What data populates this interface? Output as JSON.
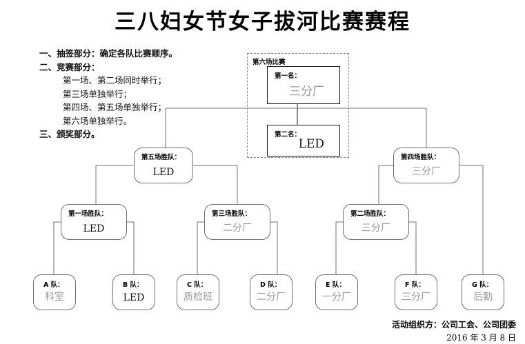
{
  "title": "三八妇女节女子拔河比赛赛程",
  "notes": [
    {
      "lead": "一、抽签部分：",
      "text": "确定各队比赛顺序。",
      "indent": false,
      "bold": true
    },
    {
      "lead": "二、竞赛部分：",
      "text": "",
      "indent": false,
      "bold": true
    },
    {
      "lead": "",
      "text": "第一场、第二场同时举行；",
      "indent": true,
      "bold": false
    },
    {
      "lead": "",
      "text": "第三场单独举行；",
      "indent": true,
      "bold": false
    },
    {
      "lead": "",
      "text": "第四场、第五场单独举行；",
      "indent": true,
      "bold": false
    },
    {
      "lead": "",
      "text": "第六场单独举行。",
      "indent": true,
      "bold": false
    },
    {
      "lead": "三、颁奖部分。",
      "text": "",
      "indent": false,
      "bold": true
    }
  ],
  "final_group": {
    "label": "第六场比赛",
    "first": {
      "caption": "第一名：",
      "value": "三分厂"
    },
    "second": {
      "caption": "第二名：",
      "value": "LED"
    }
  },
  "semifinals": [
    {
      "caption": "第五场胜队：",
      "value": "LED"
    },
    {
      "caption": "第四场胜队：",
      "value": "三分厂"
    }
  ],
  "quarterfinals": [
    {
      "caption": "第一场胜队：",
      "value": "LED"
    },
    {
      "caption": "第三场胜队：",
      "value": "二分厂"
    },
    {
      "caption": "第二场胜队：",
      "value": "三分厂"
    }
  ],
  "teams": [
    {
      "caption": "A 队：",
      "value": "科室"
    },
    {
      "caption": "B 队：",
      "value": "LED"
    },
    {
      "caption": "C 队：",
      "value": "质检班"
    },
    {
      "caption": "D 队：",
      "value": "二分厂"
    },
    {
      "caption": "E 队：",
      "value": "一分厂"
    },
    {
      "caption": "F 队：",
      "value": "三分厂"
    },
    {
      "caption": "G 队：",
      "value": "后勤"
    }
  ],
  "footer": {
    "organizer": "活动组织方：公司工会、公司团委",
    "date": "2016 年 3 月 8 日"
  },
  "colors": {
    "line": "#6f6f6f",
    "box_border": "#6f6f6f",
    "rect_border": "#1a1a1a",
    "value_text": "#9a9a9a",
    "dashed": "#888888"
  }
}
